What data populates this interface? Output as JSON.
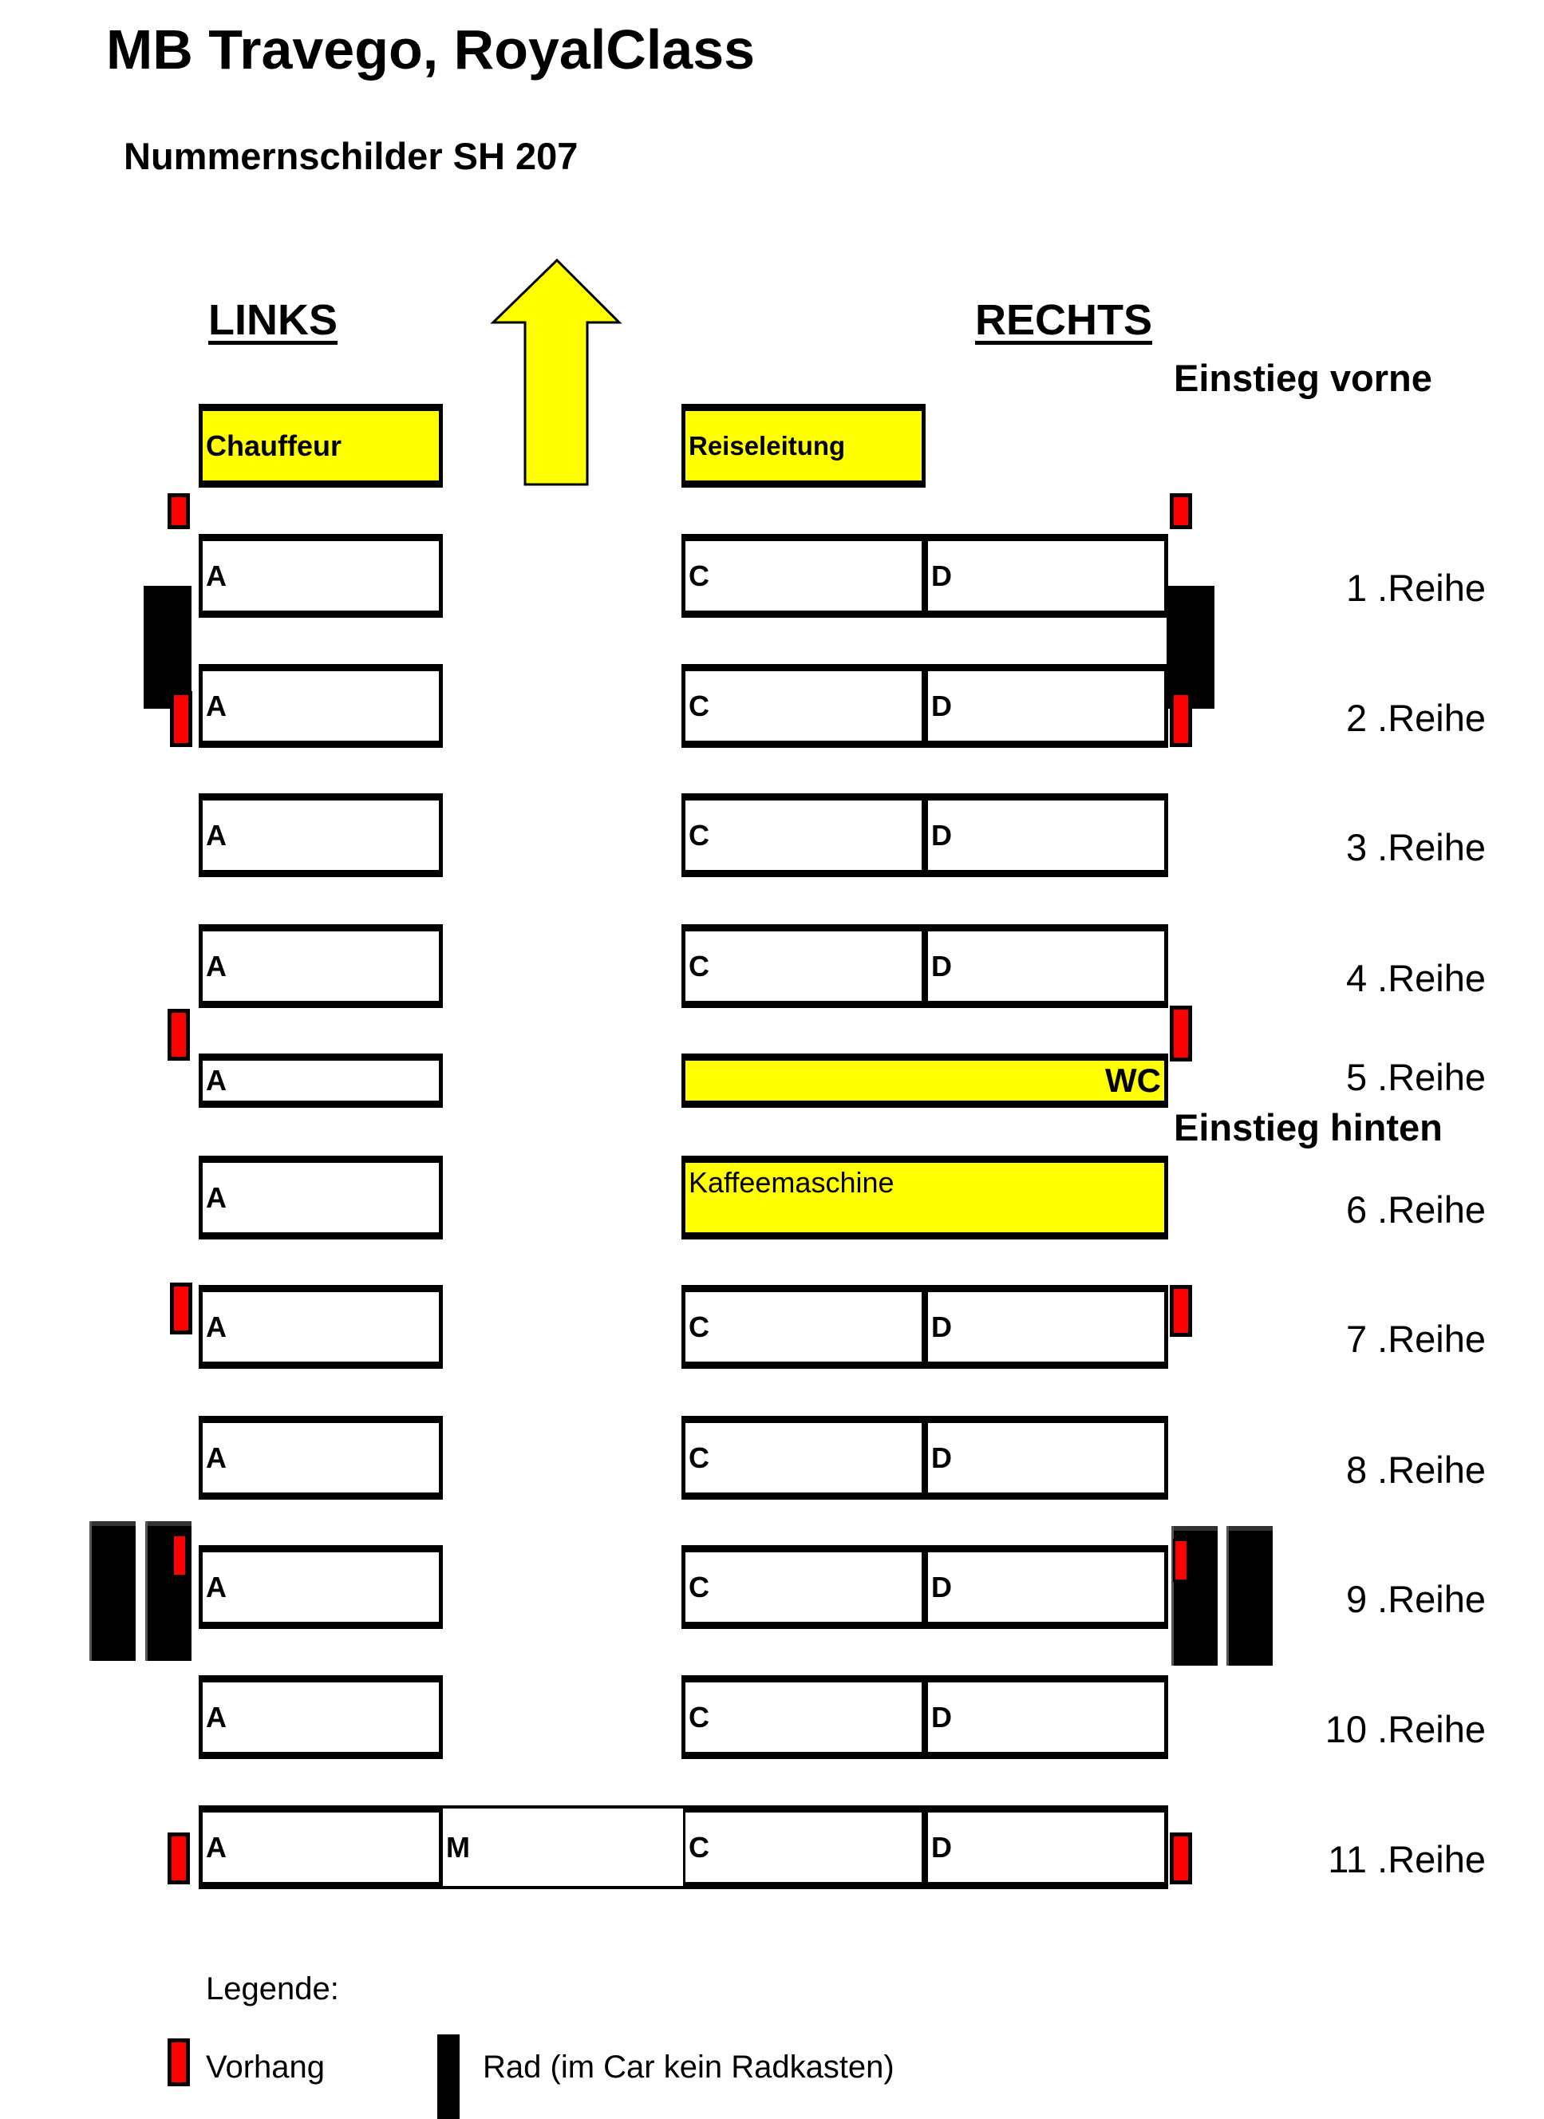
{
  "title": "MB Travego, RoyalClass",
  "subtitle": "Nummernschilder SH 207",
  "sides": {
    "left": "LINKS",
    "right": "RECHTS"
  },
  "entrances": {
    "front": "Einstieg vorne",
    "rear": "Einstieg hinten"
  },
  "direction_arrow": {
    "icon": "arrow-up-icon",
    "color": "#ffff00"
  },
  "front_boxes": {
    "driver": "Chauffeur",
    "guide": "Reiseleitung"
  },
  "seat_letters": {
    "a": "A",
    "c": "C",
    "d": "D",
    "m": "M"
  },
  "facilities": {
    "wc": "WC",
    "coffee": "Kaffeemaschine"
  },
  "rows": [
    {
      "label": "1 .Reihe"
    },
    {
      "label": "2 .Reihe"
    },
    {
      "label": "3 .Reihe"
    },
    {
      "label": "4 .Reihe"
    },
    {
      "label": "5 .Reihe"
    },
    {
      "label": "6 .Reihe"
    },
    {
      "label": "7 .Reihe"
    },
    {
      "label": "8 .Reihe"
    },
    {
      "label": "9 .Reihe"
    },
    {
      "label": "10 .Reihe"
    },
    {
      "label": "11 .Reihe"
    }
  ],
  "legend": {
    "title": "Legende:",
    "curtain": "Vorhang",
    "wheel": "Rad (im Car kein Radkasten)"
  },
  "colors": {
    "highlight": "#ffff00",
    "curtain": "#ff0000",
    "wheel": "#000000"
  }
}
